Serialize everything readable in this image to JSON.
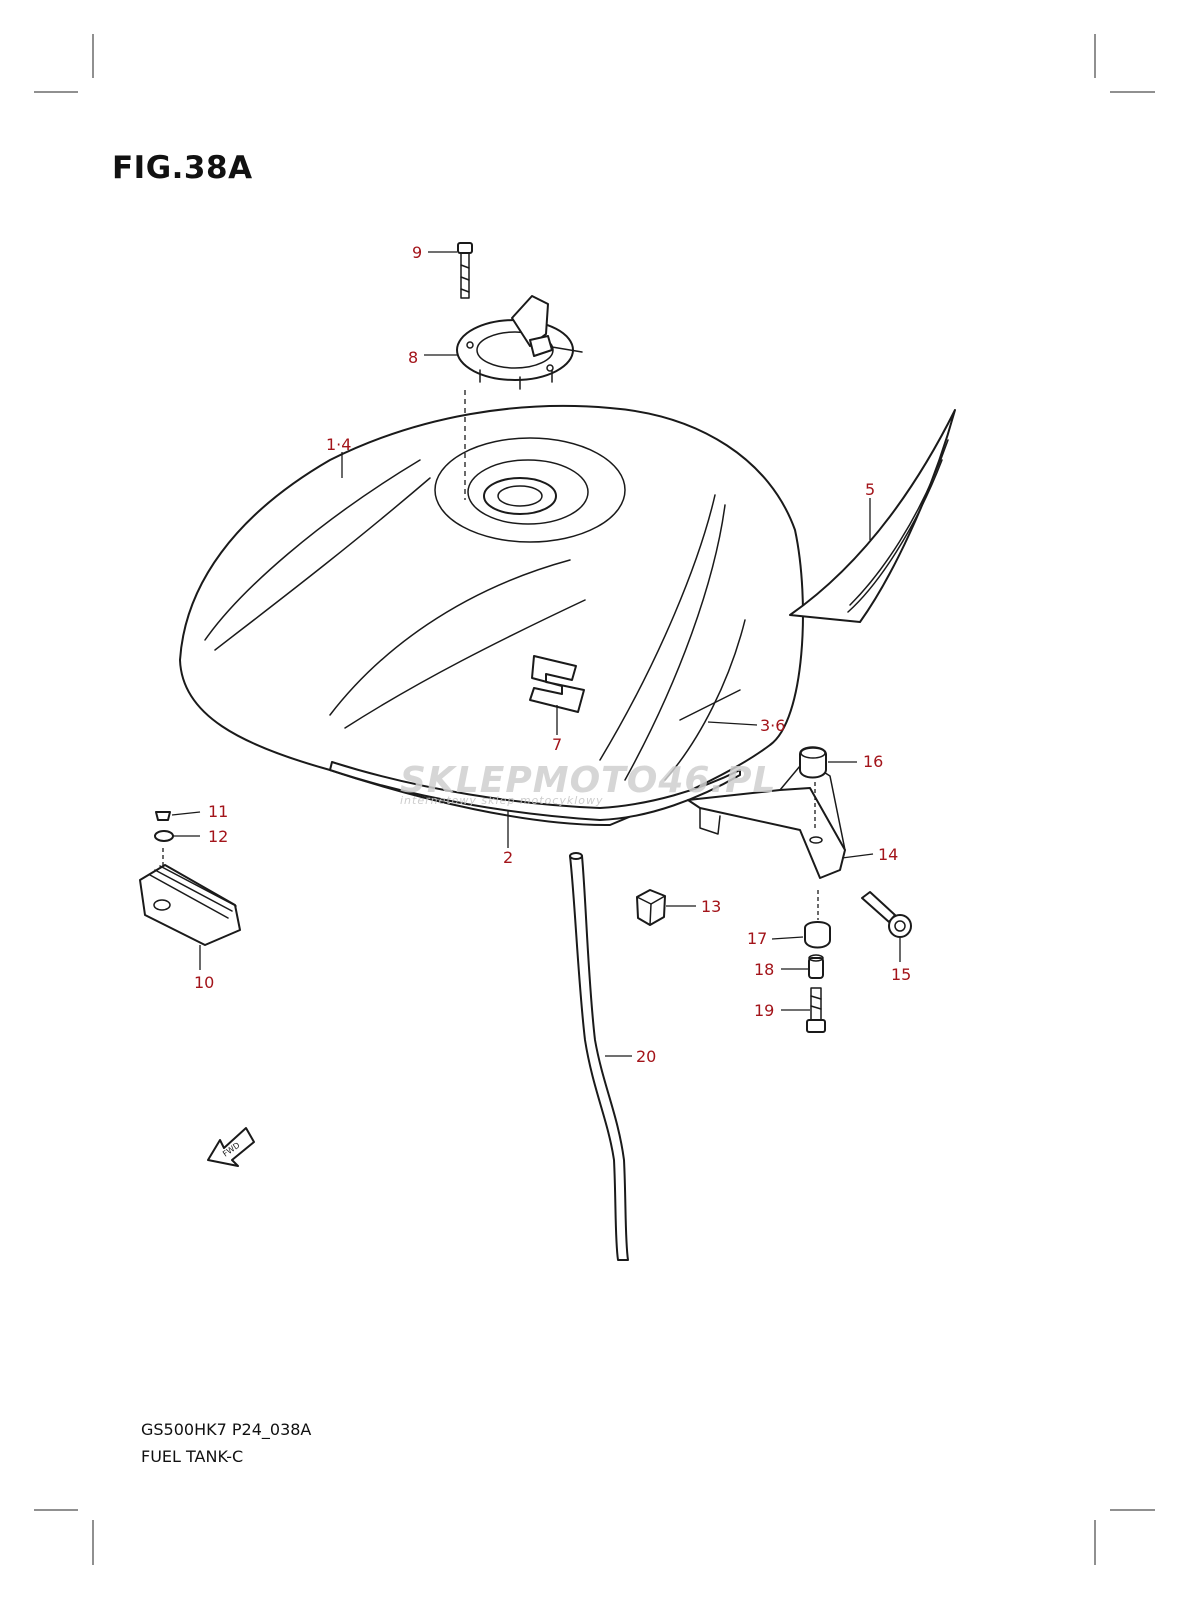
{
  "figure_title": "FIG.38A",
  "footer": {
    "model_code": "GS500HK7 P24_038A",
    "assembly_name": "FUEL TANK-C"
  },
  "callouts": [
    "1·4",
    "2",
    "3·6",
    "5",
    "7",
    "8",
    "9",
    "10",
    "11",
    "12",
    "13",
    "14",
    "15",
    "16",
    "17",
    "18",
    "19",
    "20"
  ],
  "fwd_label": "FWD",
  "watermark": {
    "brand": "SKLEPMOTO46.PL",
    "tagline": "internetowy sklep motocyklowy"
  },
  "colors": {
    "callout": "#a3141a",
    "line": "#1a1a1a",
    "watermark": "#c9c9c9",
    "watermark_accent": "#e77b7b"
  }
}
